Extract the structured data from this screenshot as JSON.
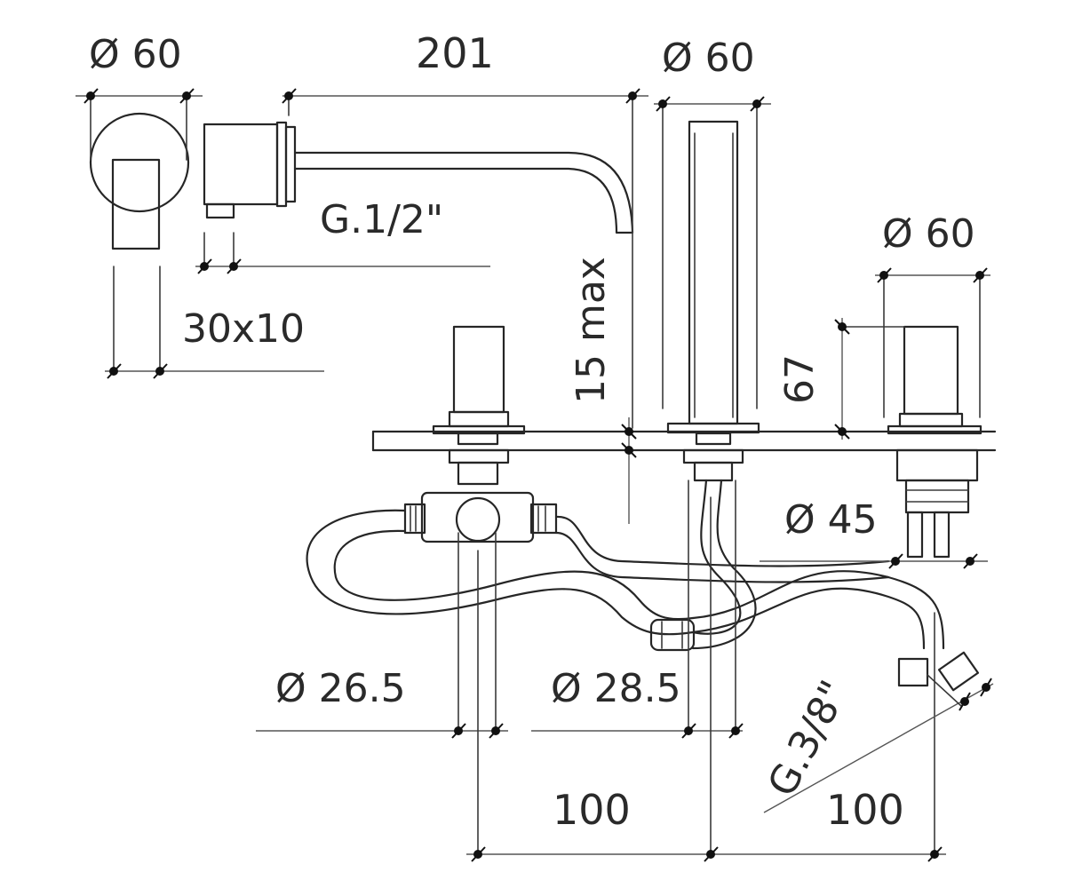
{
  "labels": {
    "dia_60_wall_rose": "Ø 60",
    "spout_length": "201",
    "dia_60_hand_shower": "Ø 60",
    "thread_half_inch": "G.1/2\"",
    "dia_60_diverter": "Ø 60",
    "max_15": "15 max",
    "lever_30x10": "30x10",
    "height_67": "67",
    "dia_45": "Ø 45",
    "dia_26_5": "Ø 26.5",
    "dia_28_5": "Ø 28.5",
    "thread_three_eighths": "G.3/8\"",
    "spacing_100_left": "100",
    "spacing_100_right": "100"
  },
  "colors": {
    "line": "#262626",
    "dimension": "#555555",
    "text": "#2a2a2a"
  }
}
